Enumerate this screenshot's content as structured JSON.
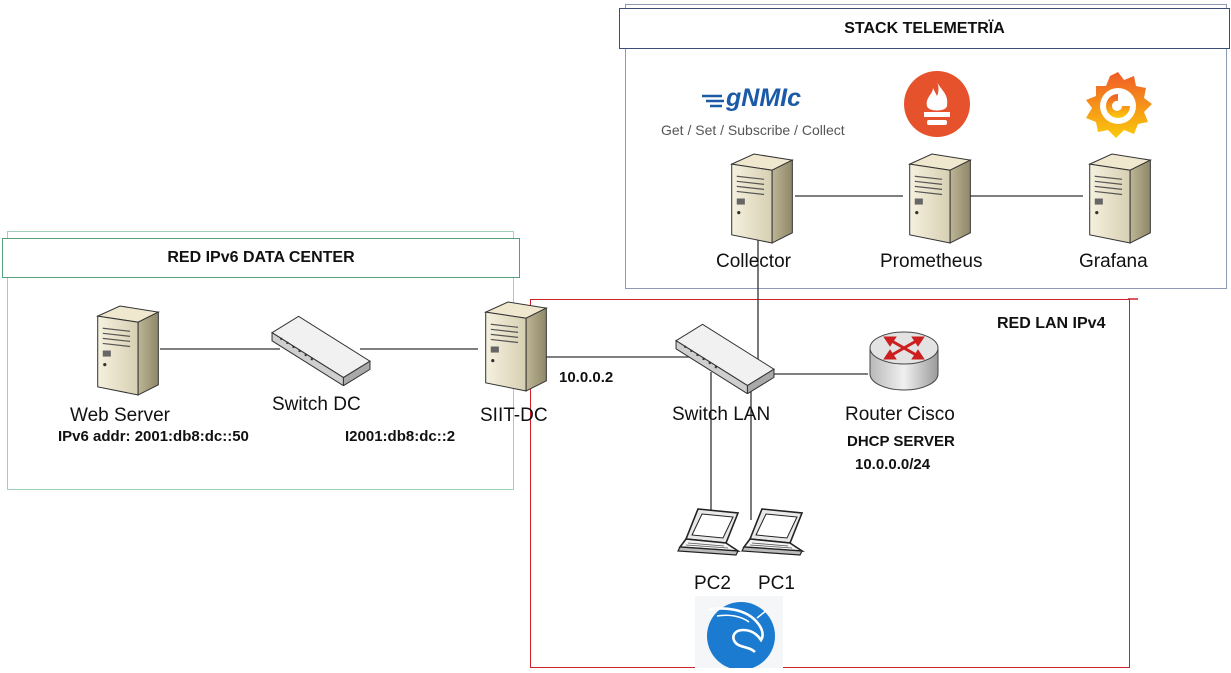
{
  "titles": {
    "telemetry": "STACK TELEMETRÏA",
    "datacenter": "RED IPv6 DATA CENTER",
    "lan": "RED LAN IPv4"
  },
  "logos": {
    "gnmic": "gNMIc",
    "gnmic_caption": "Get / Set / Subscribe / Collect"
  },
  "nodes": {
    "collector": "Collector",
    "prometheus": "Prometheus",
    "grafana": "Grafana",
    "web_server": "Web Server",
    "switch_dc": "Switch DC",
    "siit_dc": "SIIT-DC",
    "switch_lan": "Switch LAN",
    "router": "Router Cisco",
    "pc2": "PC2",
    "pc1": "PC1"
  },
  "annotations": {
    "web_server_addr": "IPv6 addr: 2001:db8:dc::50",
    "siit_ipv6": "I2001:db8:dc::2",
    "siit_ipv4": "10.0.0.2",
    "router_role": "DHCP SERVER",
    "router_subnet": "10.0.0.0/24"
  },
  "colors": {
    "telemetry_border": "#8e9ab5",
    "datacenter_border": "#9fd3b9",
    "datacenter_title_border": "#55a07a",
    "lan_border": "#d0202a",
    "wire": "#333333",
    "gnmic_blue": "#1b5aa6",
    "prometheus_orange": "#e6522c",
    "grafana_orange": "#f2762e",
    "kali_blue": "#1b7bd0"
  },
  "icons": [
    "server-icon",
    "switch-icon",
    "router-icon",
    "laptop-icon",
    "prometheus-logo-icon",
    "grafana-logo-icon",
    "kali-logo-icon"
  ]
}
